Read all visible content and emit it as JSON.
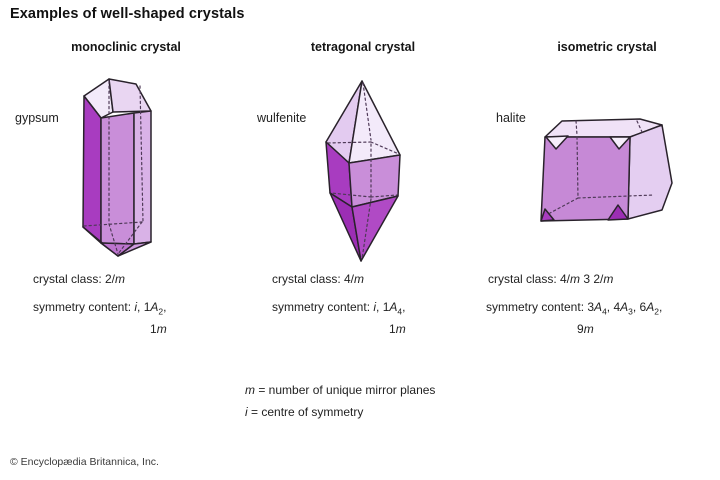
{
  "title": "Examples of well-shaped crystals",
  "columns": [
    {
      "header": "monoclinic crystal",
      "mineral": "gypsum",
      "crystal_class": "crystal class: 2/*m*",
      "symmetry_line1": "symmetry content: *i*, 1*A*~2~,",
      "symmetry_line2": "1*m*"
    },
    {
      "header": "tetragonal crystal",
      "mineral": "wulfenite",
      "crystal_class": "crystal class: 4/*m*",
      "symmetry_line1": "symmetry content: *i*, 1*A*~4~,",
      "symmetry_line2": "1*m*"
    },
    {
      "header": "isometric crystal",
      "mineral": "halite",
      "crystal_class": "crystal class: 4/*m* 3 2/*m*",
      "symmetry_line1": "symmetry content: 3*A*~4~, 4*A*~3~, 6*A*~2~,",
      "symmetry_line2": "9*m*"
    }
  ],
  "legend": {
    "line1": "*m* = number of unique mirror planes",
    "line2": "*i* = centre of symmetry"
  },
  "copyright": "© Encyclopædia Britannica, Inc.",
  "palette": {
    "darkest": "#9c2eb4",
    "dark": "#a83cc0",
    "dark2": "#b04ac5",
    "medium": "#c98ed9",
    "medium_deep": "#bd74cf",
    "medium_light": "#d9b2e7",
    "bevel_light": "#cf9bdf",
    "pale": "#e9d6f2",
    "pale_lavender": "#e3cbf0",
    "palest": "#f3eafa",
    "halite_front": "#c689d6",
    "halite_right": "#e4cef1",
    "halite_top": "#f0e2f7",
    "facet_white": "#f6eefb",
    "outline": "#29222b"
  }
}
